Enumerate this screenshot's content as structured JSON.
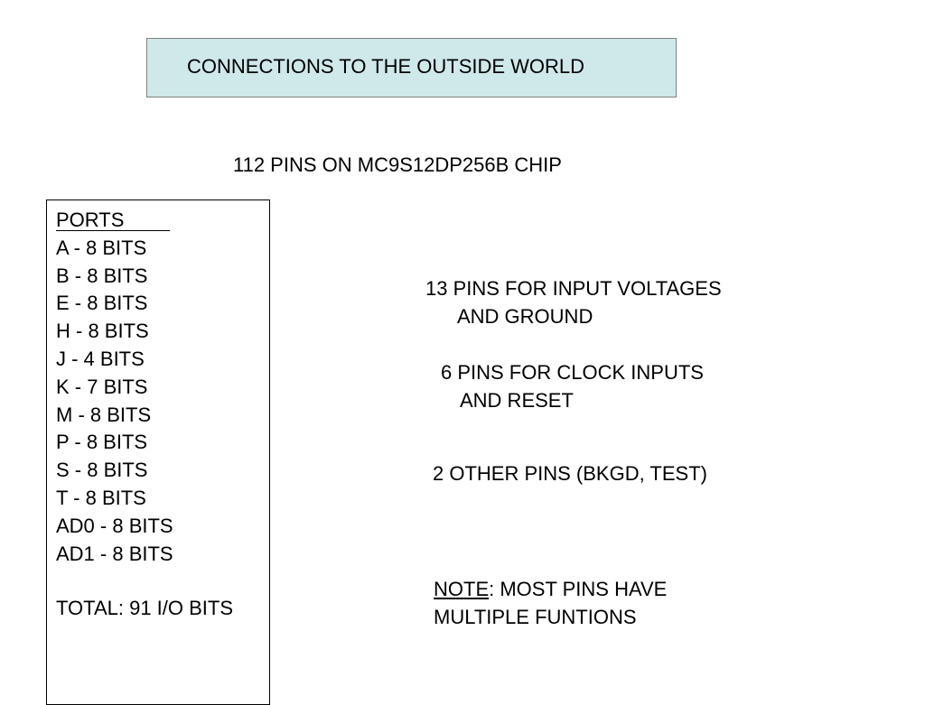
{
  "slide": {
    "title": "CONNECTIONS TO THE OUTSIDE WORLD",
    "subtitle": "112 PINS ON MC9S12DP256B CHIP"
  },
  "ports": {
    "heading": "PORTS",
    "items": [
      "A - 8 BITS",
      "B - 8 BITS",
      "E - 8 BITS",
      "H - 8 BITS",
      "J - 4 BITS",
      "K - 7 BITS",
      "M - 8 BITS",
      "P - 8 BITS",
      "S - 8 BITS",
      "T - 8 BITS",
      "AD0 - 8 BITS",
      "AD1 - 8 BITS"
    ],
    "total": "TOTAL: 91 I/O BITS"
  },
  "pins": {
    "voltage_line1": "13 PINS FOR INPUT VOLTAGES",
    "voltage_line2": "AND GROUND",
    "clock_line1": "6 PINS FOR CLOCK INPUTS",
    "clock_line2": "AND RESET",
    "other": "2 OTHER PINS (BKGD, TEST)"
  },
  "note": {
    "label": "NOTE",
    "text_line1": ":  MOST PINS HAVE",
    "text_line2": "MULTIPLE FUNTIONS"
  }
}
